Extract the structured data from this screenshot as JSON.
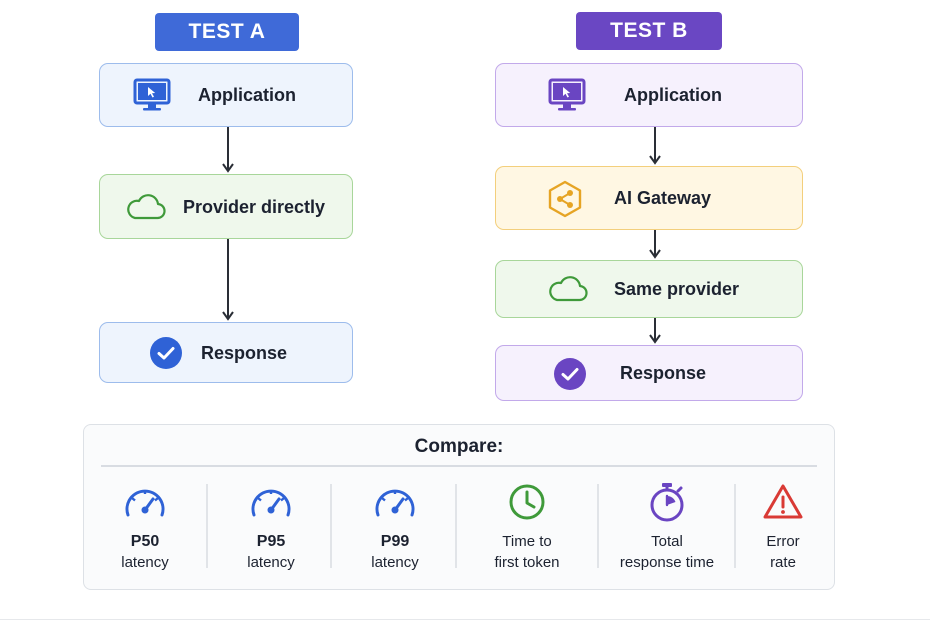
{
  "test_a": {
    "label": "TEST A",
    "nodes": [
      "Application",
      "Provider directly",
      "Response"
    ]
  },
  "test_b": {
    "label": "TEST B",
    "nodes": [
      "Application",
      "AI Gateway",
      "Same provider",
      "Response"
    ]
  },
  "compare": {
    "title": "Compare:",
    "metrics": [
      {
        "line1": "P50",
        "line2": "latency",
        "icon": "speedometer-icon"
      },
      {
        "line1": "P95",
        "line2": "latency",
        "icon": "speedometer-icon"
      },
      {
        "line1": "P99",
        "line2": "latency",
        "icon": "speedometer-icon"
      },
      {
        "line1": "Time to",
        "line2": "first token",
        "icon": "clock-icon"
      },
      {
        "line1": "Total",
        "line2": "response time",
        "icon": "stopwatch-icon"
      },
      {
        "line1": "Error",
        "line2": "rate",
        "icon": "warning-icon"
      }
    ]
  },
  "colors": {
    "test_a": "#3f6ad8",
    "test_b": "#6a47c3",
    "blue_icon": "#2f62d6",
    "purple_icon": "#6a45c2",
    "green_icon": "#3f9a3a",
    "orange_icon": "#e6a424",
    "warning": "#d93a35"
  }
}
